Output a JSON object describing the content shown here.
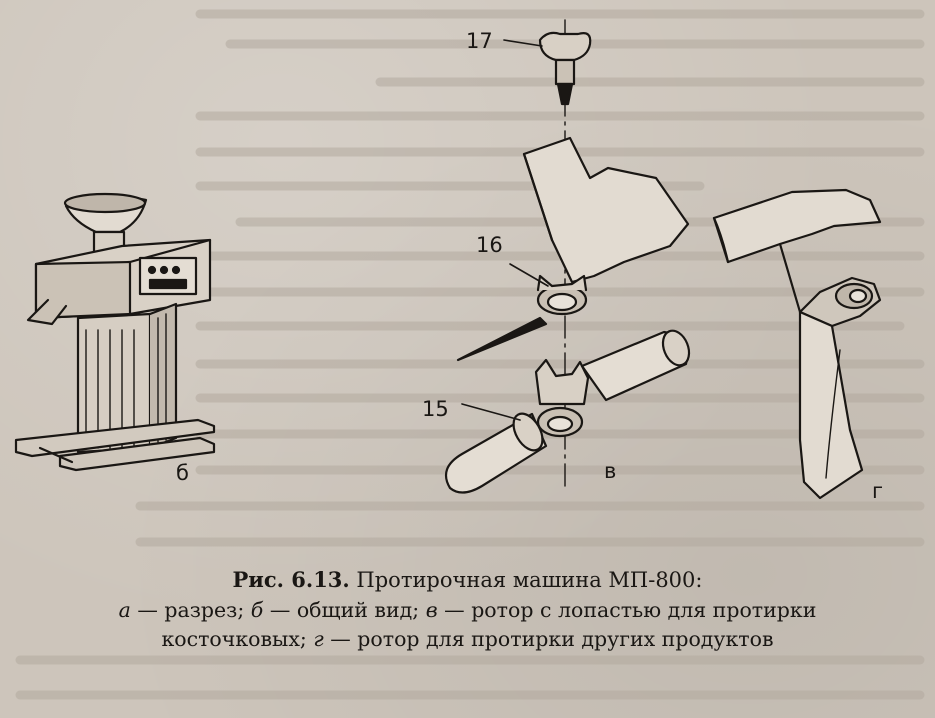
{
  "figure": {
    "part_labels": {
      "b": "б",
      "v": "в",
      "g": "г"
    },
    "callouts": {
      "c17": "17",
      "c16": "16",
      "c15": "15"
    }
  },
  "caption": {
    "number": "Рис. 6.13.",
    "title": "Протирочная машина МП-800:",
    "a_letter": "а",
    "a_text": "— разрез;",
    "b_letter": "б",
    "b_text": "— общий вид;",
    "v_letter": "в",
    "v_text": "— ротор с лопастью для протирки",
    "v_text_cont": "косточковых;",
    "g_letter": "г",
    "g_text": "— ротор для протирки других продуктов"
  }
}
